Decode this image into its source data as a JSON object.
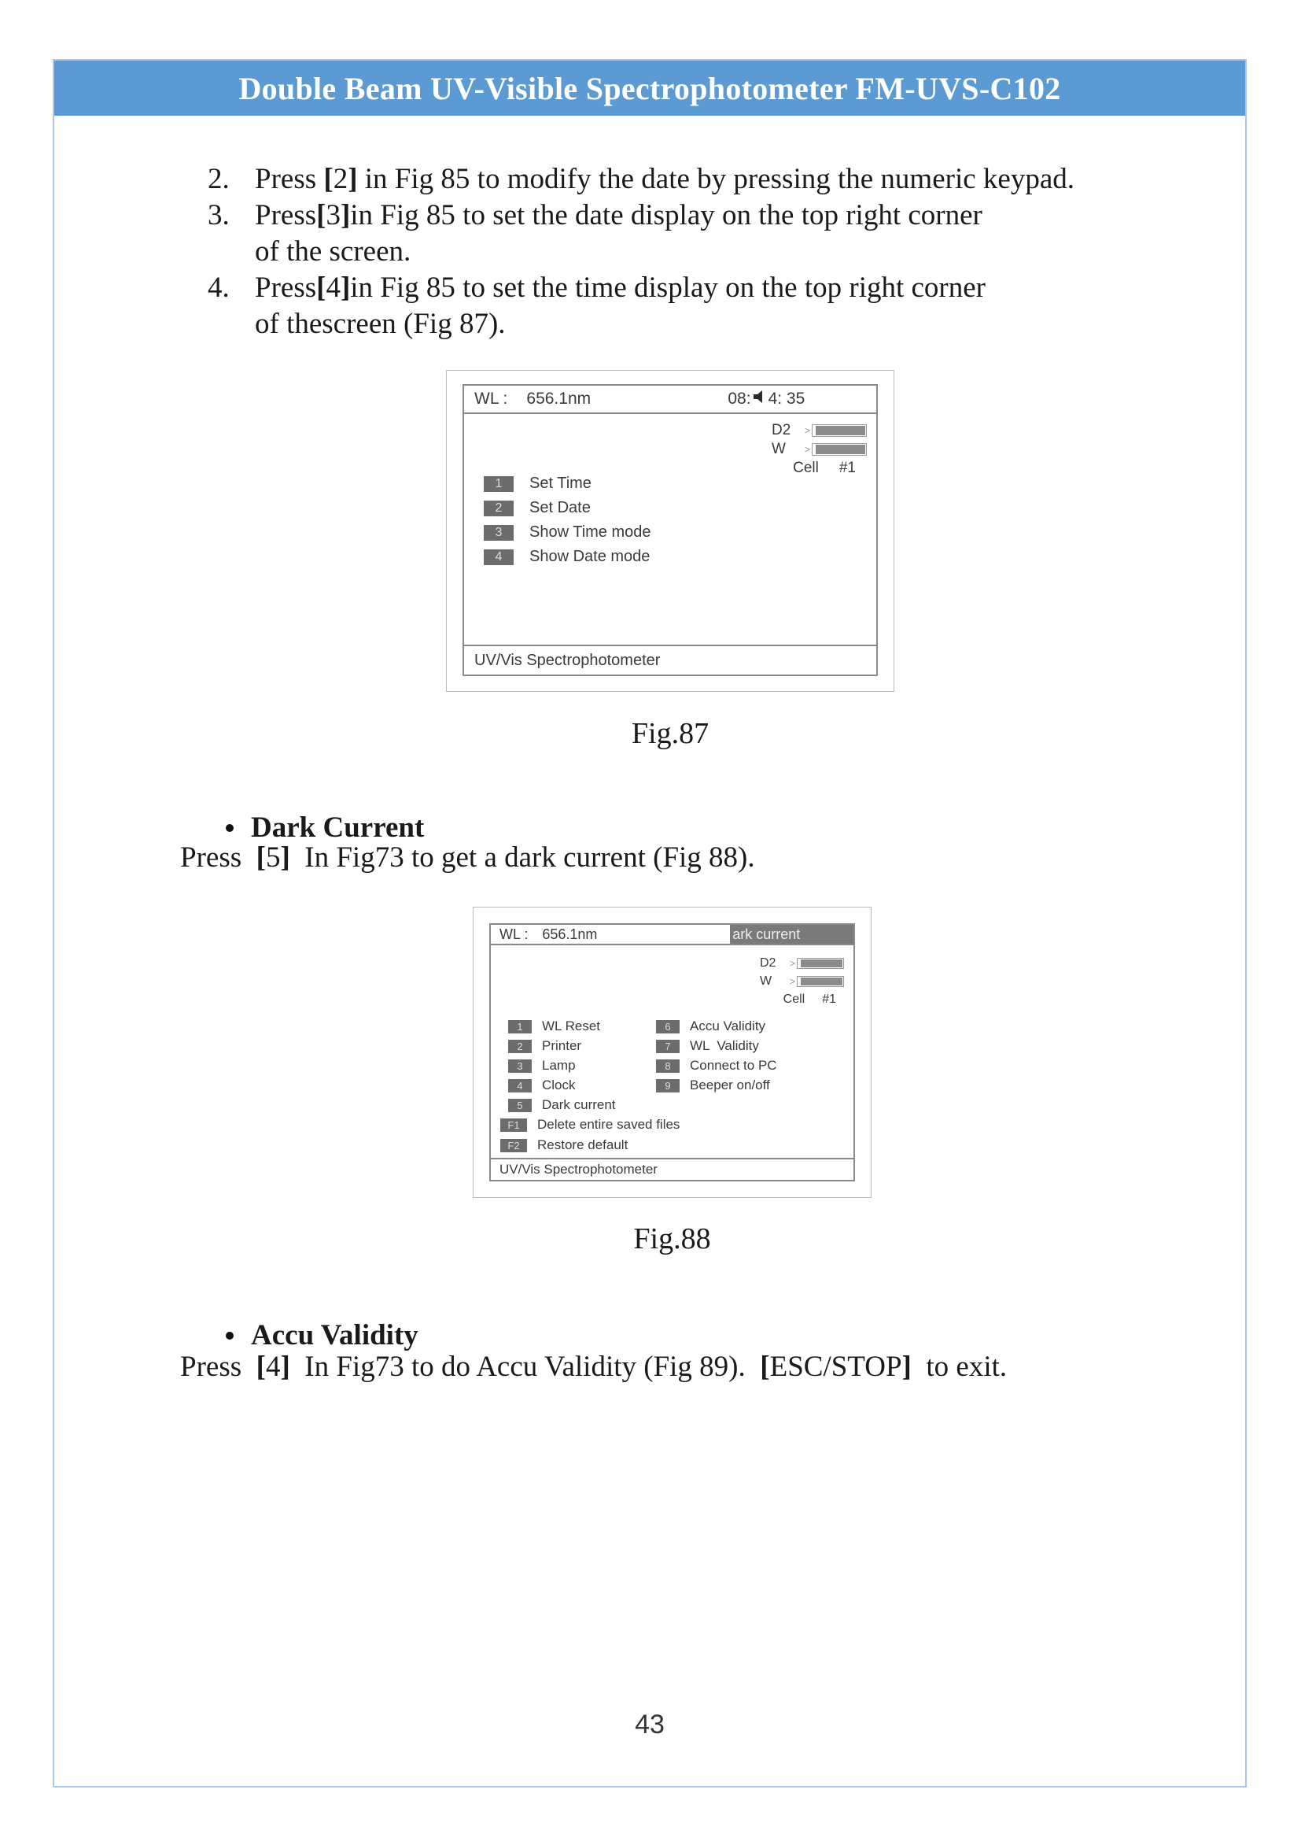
{
  "colors": {
    "header_bg": "#5b9ad2",
    "frame_border": "#a9c7e7",
    "lcd_border": "#8a8a8a",
    "lcd_text": "#3a3a3a",
    "key_badge_bg": "#6c6c6c",
    "status_box_bg": "#7a7a7a",
    "bar_fill": "#8b8b8b"
  },
  "header": {
    "title": "Double Beam UV-Visible Spectrophotometer FM-UVS-C102"
  },
  "instructions": {
    "item2_num": "2.",
    "item2_text": "Press 【2】 in Fig 85 to modify the date by pressing the numeric keypad.",
    "item3_num": "3.",
    "item3_line1": "Press【3】in Fig 85 to set the date display on the top right corner",
    "item3_line2": "of the screen.",
    "item4_num": "4.",
    "item4_line1": "Press【4】in Fig 85 to set the time display on the top right corner",
    "item4_line2": "of thescreen (Fig 87)."
  },
  "fig87": {
    "wl_label": "WL :",
    "wl_value": "656.1nm",
    "time_prefix": "08:",
    "time_suffix": "4: 35",
    "d2_label": "D2",
    "w_label": "W",
    "cell_label": "Cell",
    "cell_value": "#1",
    "menu": [
      {
        "key": "1",
        "label": "Set Time"
      },
      {
        "key": "2",
        "label": "Set Date"
      },
      {
        "key": "3",
        "label": "Show Time mode"
      },
      {
        "key": "4",
        "label": "Show Date mode"
      }
    ],
    "footer": "UV/Vis Spectrophotometer",
    "caption": "Fig.87"
  },
  "dark_current_section": {
    "title": "Dark Current",
    "body": "Press  【5】  In Fig73 to get a dark current (Fig 88)."
  },
  "fig88": {
    "wl_label": "WL :",
    "wl_value": "656.1nm",
    "status_box": "ark current",
    "d2_label": "D2",
    "w_label": "W",
    "cell_label": "Cell",
    "cell_value": "#1",
    "menu_left": [
      {
        "key": "1",
        "label": "WL Reset"
      },
      {
        "key": "2",
        "label": "Printer"
      },
      {
        "key": "3",
        "label": "Lamp"
      },
      {
        "key": "4",
        "label": "Clock"
      },
      {
        "key": "5",
        "label": "Dark current"
      }
    ],
    "menu_right": [
      {
        "key": "6",
        "label": "Accu Validity"
      },
      {
        "key": "7",
        "label": "WL  Validity"
      },
      {
        "key": "8",
        "label": "Connect to PC"
      },
      {
        "key": "9",
        "label": "Beeper on/off"
      }
    ],
    "fkeys": [
      {
        "key": "F1",
        "label": "Delete entire saved files"
      },
      {
        "key": "F2",
        "label": "Restore default"
      }
    ],
    "footer": "UV/Vis Spectrophotometer",
    "caption": "Fig.88"
  },
  "accu_validity_section": {
    "title": "Accu Validity",
    "body": "Press  【4】  In Fig73 to do Accu Validity (Fig 89).  【ESC/STOP】  to exit."
  },
  "page_footer": {
    "page_number": "43"
  }
}
